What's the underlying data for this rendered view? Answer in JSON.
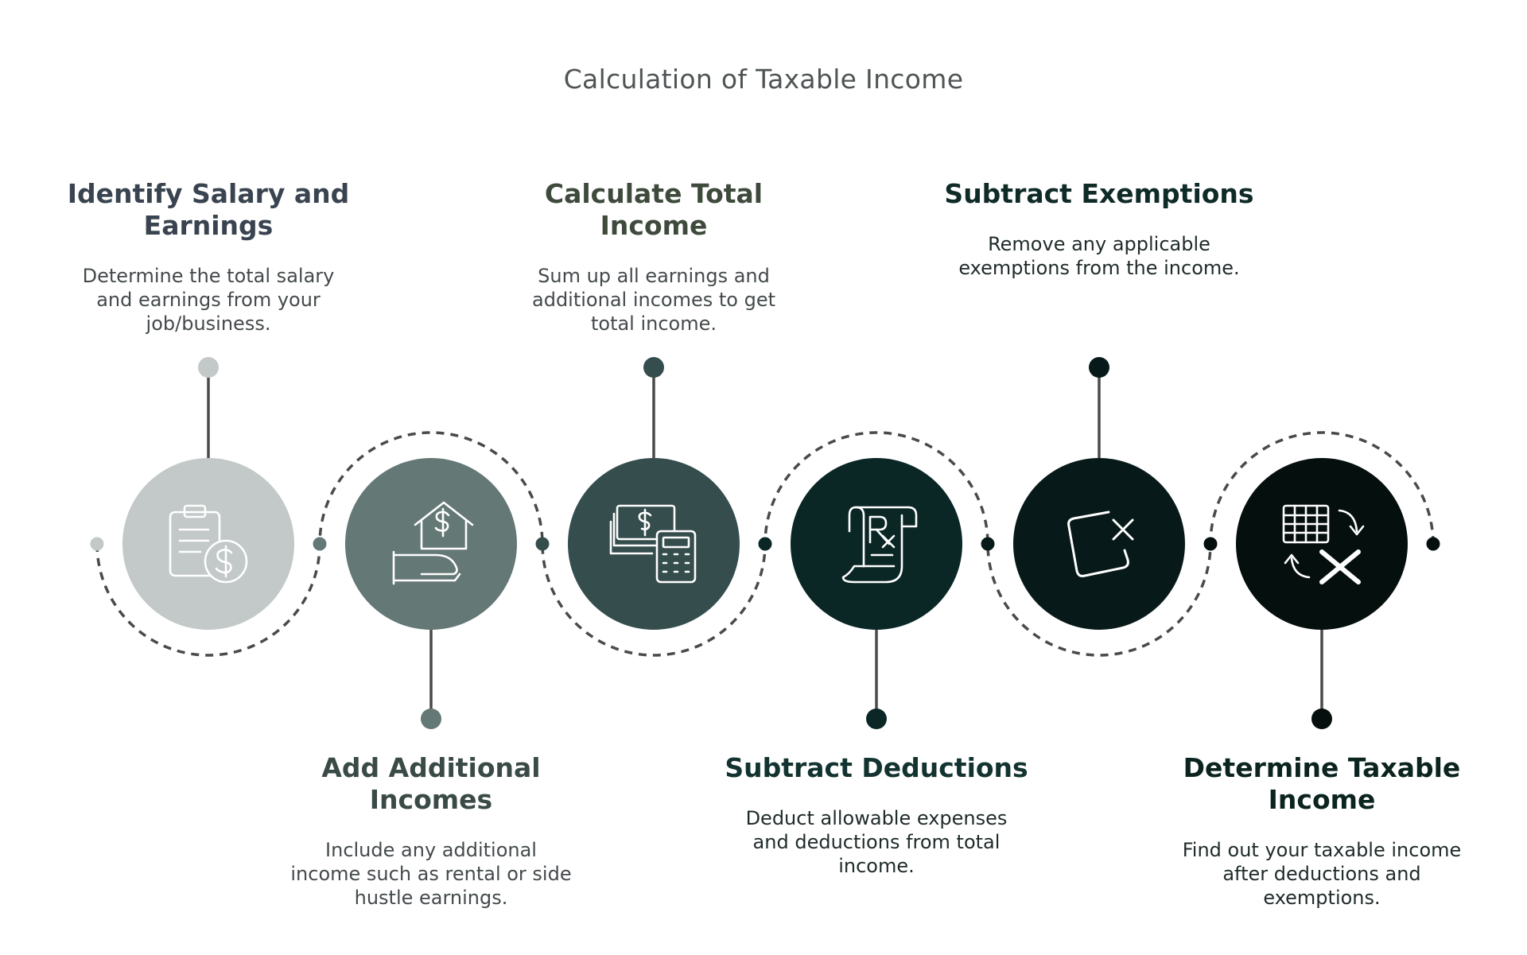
{
  "title": "Calculation of Taxable Income",
  "colors": {
    "step1": "#c3c9c8",
    "step2": "#647875",
    "step3": "#354d4c",
    "step4": "#0a2726",
    "step5": "#071a19",
    "step6": "#050f0e",
    "heading1": "#3a4450",
    "heading2": "#3a4a46",
    "heading3": "#3e4a3c",
    "heading4": "#123330",
    "heading5": "#0f2b27",
    "heading6": "#0b2420",
    "connector": "#4a4a4a",
    "dashed_path": "#4a4a4a"
  },
  "steps": [
    {
      "heading": "Identify Salary and Earnings",
      "description": "Determine the total salary and earnings from your job/business.",
      "icon": "clipboard-dollar-icon",
      "position": "top"
    },
    {
      "heading": "Add Additional Incomes",
      "description": "Include any additional income such as rental or side hustle earnings.",
      "icon": "house-hand-dollar-icon",
      "position": "bottom"
    },
    {
      "heading": "Calculate Total Income",
      "description": "Sum up all earnings and additional incomes to get total income.",
      "icon": "money-calculator-icon",
      "position": "top"
    },
    {
      "heading": "Subtract Deductions",
      "description": "Deduct allowable expenses and deductions from total income.",
      "icon": "receipt-rx-icon",
      "position": "bottom"
    },
    {
      "heading": "Subtract Exemptions",
      "description": "Remove any applicable exemptions from the income.",
      "icon": "square-remove-icon",
      "position": "top"
    },
    {
      "heading": "Determine Taxable Income",
      "description": "Find out your taxable income after deductions and exemptions.",
      "icon": "spreadsheet-convert-icon",
      "position": "bottom"
    }
  ]
}
